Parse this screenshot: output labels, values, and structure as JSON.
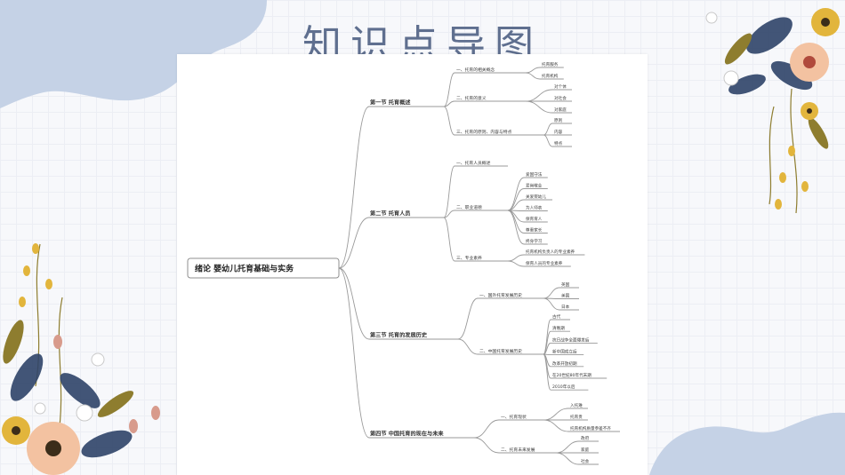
{
  "title": "知识点导图",
  "mindmap": {
    "root": "绪论 婴幼儿托育基础与实务",
    "sections": [
      {
        "label": "第一节 托育概述",
        "children": [
          {
            "label": "一、托育的相关概念",
            "leaves": [
              "托育服务",
              "托育机构"
            ]
          },
          {
            "label": "二、托育的意义",
            "leaves": [
              "对个体",
              "对社会",
              "对家庭"
            ]
          },
          {
            "label": "三、托育的原则、内容与特点",
            "leaves": [
              "原则",
              "内容",
              "特点"
            ]
          }
        ]
      },
      {
        "label": "第二节 托育人员",
        "children": [
          {
            "label": "一、托育人员概述",
            "leaves": []
          },
          {
            "label": "二、职业道德",
            "leaves": [
              "爱国守法",
              "爱岗敬业",
              "关爱婴幼儿",
              "为人师表",
              "保育育人",
              "尊重家长",
              "终身学习"
            ]
          },
          {
            "label": "三、专业素养",
            "leaves": [
              "托育机构负责人的专业素养",
              "保育人员的专业素养"
            ]
          }
        ]
      },
      {
        "label": "第三节 托育的发展历史",
        "children": [
          {
            "label": "一、国外托育发展历史",
            "leaves": [
              "英国",
              "美国",
              "日本"
            ]
          },
          {
            "label": "二、中国托育发展历史",
            "leaves": [
              "古代",
              "清晚期",
              "抗日战争全面爆发后",
              "新中国成立后",
              "改革开放初期",
              "在20世纪80年代末期",
              "2010年以后"
            ]
          }
        ]
      },
      {
        "label": "第四节 中国托育的现在与未来",
        "children": [
          {
            "label": "一、托育现状",
            "leaves": [
              "入托难",
              "托育贵",
              "托育机构质量参差不齐"
            ]
          },
          {
            "label": "二、托育未来发展",
            "leaves": [
              "政府",
              "家庭",
              "社会"
            ]
          }
        ]
      }
    ]
  },
  "colors": {
    "title": "#5f6f8f",
    "blob": "#c5d2e6",
    "navy_leaf": "#2f4469",
    "peach": "#f3c2a1",
    "mustard": "#e2b53c",
    "olive": "#8e7d2f"
  }
}
